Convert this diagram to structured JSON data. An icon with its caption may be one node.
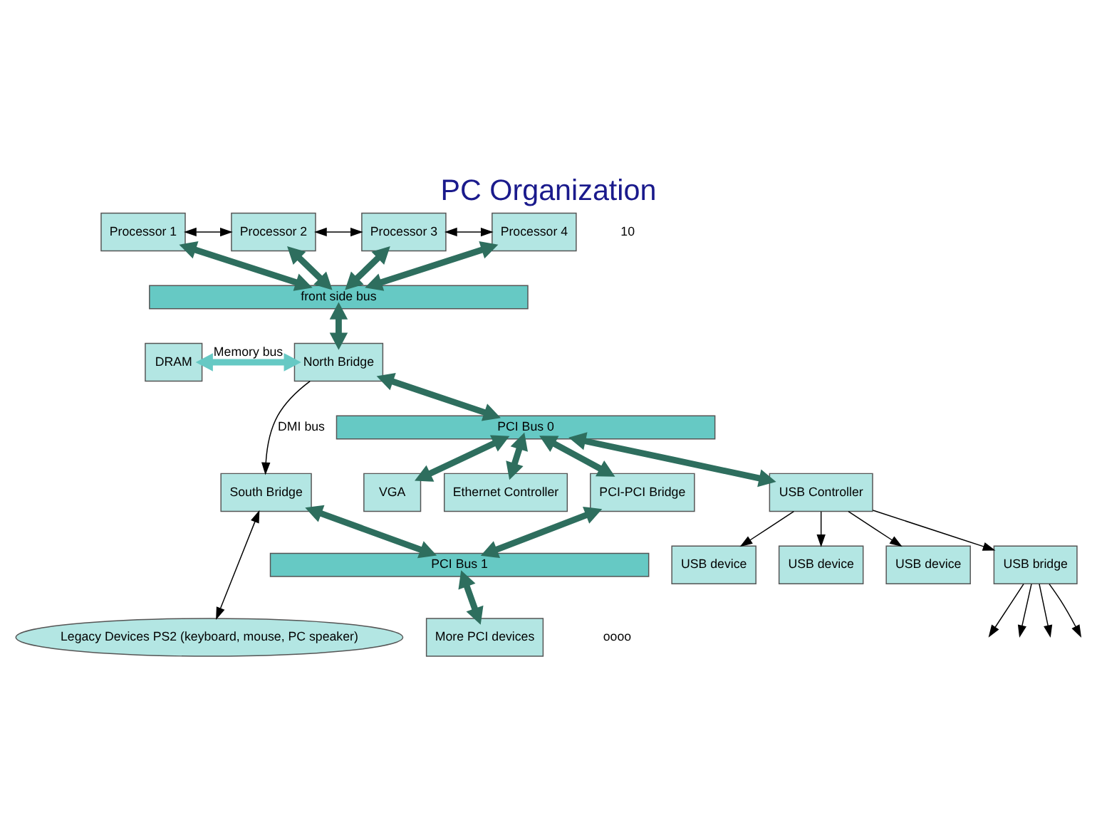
{
  "diagram": {
    "title": "PC Organization",
    "nodes": [
      {
        "text": [
          "Processor 1"
        ]
      },
      {
        "text": [
          "Processor 2"
        ]
      },
      {
        "text": [
          "Processor 3"
        ]
      },
      {
        "text": [
          "Processor 4"
        ]
      },
      {
        "text": [
          "front side bus"
        ]
      },
      {
        "text": [
          "DRAM"
        ]
      },
      {
        "text": [
          "North Bridge"
        ]
      },
      {
        "text": [
          "South Bridge"
        ]
      },
      {
        "text": [
          "PCI Bus 0"
        ]
      },
      {
        "text": [
          "PCI-PCI Bridge"
        ]
      },
      {
        "text": [
          "VGA"
        ]
      },
      {
        "text": [
          "Ethernet Controller"
        ]
      },
      {
        "text": [
          "USB Controller"
        ]
      },
      {
        "text": [
          "PCI Bus 1"
        ]
      },
      {
        "text": [
          "More PCI devices"
        ]
      },
      {
        "text": [
          "USB device"
        ]
      },
      {
        "text": [
          "USB bridge"
        ]
      },
      {
        "text": [
          "USB device"
        ]
      },
      {
        "text": [
          "USB device"
        ]
      },
      {
        "text": [
          "Legacy Devices PS2 (keyboard, mouse, PC speaker)"
        ]
      }
    ],
    "edges": [
      {
        "from": 0,
        "to": 1,
        "arrow": "both"
      },
      {
        "from": 1,
        "to": 2,
        "arrow": "both"
      },
      {
        "from": 2,
        "to": 3,
        "arrow": "both"
      },
      {
        "from": 0,
        "to": 4,
        "arrow": "both",
        "color": "#2e6e5e"
      },
      {
        "from": 1,
        "to": 4,
        "arrow": "both",
        "color": "#2e6e5e"
      },
      {
        "from": 2,
        "to": 4,
        "arrow": "both",
        "color": "#2e6e5e"
      },
      {
        "from": 3,
        "to": 4,
        "arrow": "both",
        "color": "#2e6e5e"
      },
      {
        "from": 4,
        "to": 6,
        "arrow": "both",
        "color": "#2e6e5e"
      },
      {
        "from": 5,
        "to": 6,
        "arrow": "both",
        "label": "Memory bus",
        "color": "#66c9c4"
      },
      {
        "from": 6,
        "to": 7,
        "arrow": "to",
        "label": "DMI bus"
      },
      {
        "from": 6,
        "to": 8,
        "arrow": "both",
        "color": "#2e6e5e"
      },
      {
        "from": 8,
        "to": 9,
        "arrow": "both",
        "color": "#2e6e5e"
      },
      {
        "from": 8,
        "to": 10,
        "arrow": "both",
        "color": "#2e6e5e"
      },
      {
        "from": 8,
        "to": 11,
        "arrow": "both",
        "color": "#2e6e5e"
      },
      {
        "from": 8,
        "to": 12,
        "arrow": "both",
        "color": "#2e6e5e"
      },
      {
        "from": 7,
        "to": 13,
        "arrow": "both",
        "color": "#2e6e5e"
      },
      {
        "from": 9,
        "to": 13,
        "arrow": "both",
        "color": "#2e6e5e"
      },
      {
        "from": 13,
        "to": 14,
        "arrow": "both",
        "color": "#2e6e5e"
      },
      {
        "from": 12,
        "to": 15,
        "arrow": "to"
      },
      {
        "from": 12,
        "to": 16,
        "arrow": "to"
      },
      {
        "from": 12,
        "to": 17,
        "arrow": "to"
      },
      {
        "from": 12,
        "to": 18,
        "arrow": "to"
      },
      {
        "from": 16,
        "to": null,
        "arrow": "to"
      },
      {
        "from": 16,
        "to": null,
        "arrow": "to"
      },
      {
        "from": 16,
        "to": null,
        "arrow": "to"
      },
      {
        "from": 16,
        "to": null,
        "arrow": "to"
      },
      {
        "from": 7,
        "to": 19,
        "arrow": "both"
      }
    ],
    "labels": [
      "oooo",
      "10"
    ]
  }
}
